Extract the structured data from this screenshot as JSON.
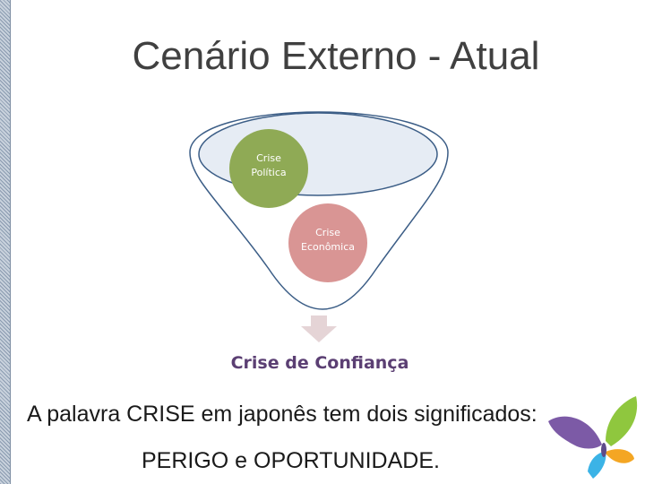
{
  "slide": {
    "title": "Cenário Externo - Atual"
  },
  "diagram": {
    "inputs": [
      {
        "label_line1": "Crise",
        "label_line2": "Política",
        "color": "#8faa55"
      },
      {
        "label_line1": "Crise",
        "label_line2": "Econômica",
        "color": "#d99594"
      }
    ],
    "output": "Crise de Confiança",
    "funnel_fill": "#e6ecf4",
    "funnel_stroke": "#3b5d86",
    "arrow_color": "#e5d4d6"
  },
  "caption": {
    "line1": "A palavra CRISE em japonês tem dois significados:",
    "line2": "PERIGO e OPORTUNIDADE."
  },
  "logo": {
    "name": "butterfly-logo",
    "colors": [
      "#7c5aa6",
      "#8fc73e",
      "#f4a623",
      "#3bb3e6"
    ]
  }
}
